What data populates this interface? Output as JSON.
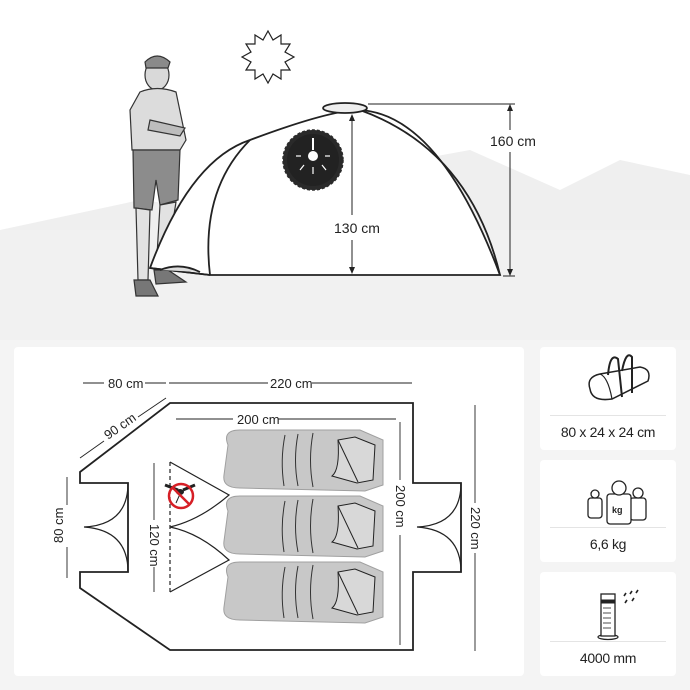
{
  "scene": {
    "tent_height_total": "160 cm",
    "tent_height_inner": "130 cm"
  },
  "floor_plan": {
    "vestibule_depth": "80 cm",
    "main_length": "220 cm",
    "vestibule_diagonal": "90 cm",
    "vestibule_door_width": "80 cm",
    "inner_length": "200 cm",
    "inner_width": "200 cm",
    "main_width": "220 cm",
    "mesh_door_width": "120 cm",
    "mosquito_icon": "no-mosquito-icon"
  },
  "specs": [
    {
      "icon": "duffel-bag-icon",
      "label": "80 x 24 x 24 cm"
    },
    {
      "icon": "weights-icon",
      "label": "6,6 kg",
      "icon_text": "kg"
    },
    {
      "icon": "rain-gauge-icon",
      "label": "4000 mm"
    }
  ]
}
